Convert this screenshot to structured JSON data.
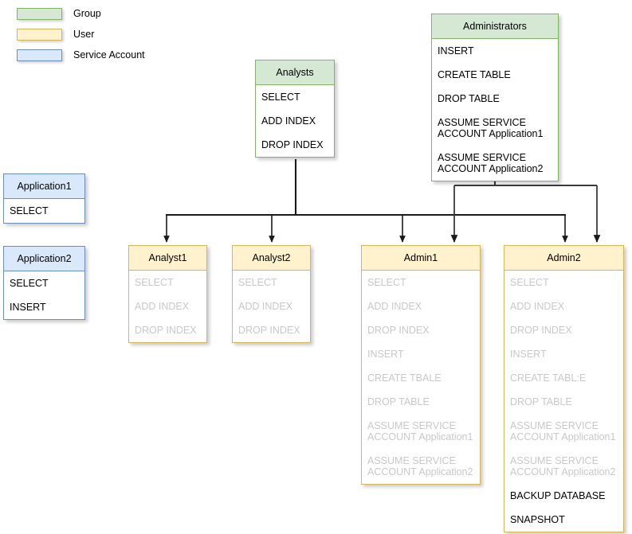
{
  "legend": {
    "items": [
      {
        "type": "group",
        "label": "Group",
        "color": "#d5e8d4",
        "border": "#82b366"
      },
      {
        "type": "user",
        "label": "User",
        "color": "#fff2cc",
        "border": "#d6b656"
      },
      {
        "type": "service",
        "label": "Service Account",
        "color": "#dae8fc",
        "border": "#6c8ebf"
      }
    ]
  },
  "nodes": {
    "analysts": {
      "title": "Analysts",
      "kind": "group",
      "permissions": [
        {
          "text": "SELECT",
          "inherited": false
        },
        {
          "text": "ADD INDEX",
          "inherited": false
        },
        {
          "text": "DROP INDEX",
          "inherited": false
        }
      ]
    },
    "administrators": {
      "title": "Administrators",
      "kind": "group",
      "permissions": [
        {
          "text": "INSERT",
          "inherited": false
        },
        {
          "text": "CREATE TABLE",
          "inherited": false
        },
        {
          "text": "DROP TABLE",
          "inherited": false
        },
        {
          "text": "ASSUME SERVICE ACCOUNT Application1",
          "inherited": false
        },
        {
          "text": "ASSUME SERVICE ACCOUNT Application2",
          "inherited": false
        }
      ]
    },
    "application1": {
      "title": "Application1",
      "kind": "service",
      "permissions": [
        {
          "text": "SELECT",
          "inherited": false
        }
      ]
    },
    "application2": {
      "title": "Application2",
      "kind": "service",
      "permissions": [
        {
          "text": "SELECT",
          "inherited": false
        },
        {
          "text": "INSERT",
          "inherited": false
        }
      ]
    },
    "analyst1": {
      "title": "Analyst1",
      "kind": "user",
      "permissions": [
        {
          "text": "SELECT",
          "inherited": true
        },
        {
          "text": "ADD INDEX",
          "inherited": true
        },
        {
          "text": "DROP INDEX",
          "inherited": true
        }
      ]
    },
    "analyst2": {
      "title": "Analyst2",
      "kind": "user",
      "permissions": [
        {
          "text": "SELECT",
          "inherited": true
        },
        {
          "text": "ADD INDEX",
          "inherited": true
        },
        {
          "text": "DROP INDEX",
          "inherited": true
        }
      ]
    },
    "admin1": {
      "title": "Admin1",
      "kind": "user",
      "permissions": [
        {
          "text": "SELECT",
          "inherited": true
        },
        {
          "text": "ADD INDEX",
          "inherited": true
        },
        {
          "text": "DROP INDEX",
          "inherited": true
        },
        {
          "text": "INSERT",
          "inherited": true
        },
        {
          "text": "CREATE TBALE",
          "inherited": true
        },
        {
          "text": "DROP TABLE",
          "inherited": true
        },
        {
          "text": "ASSUME SERVICE ACCOUNT Application1",
          "inherited": true
        },
        {
          "text": "ASSUME SERVICE ACCOUNT Application2",
          "inherited": true
        }
      ]
    },
    "admin2": {
      "title": "Admin2",
      "kind": "user",
      "permissions": [
        {
          "text": "SELECT",
          "inherited": true
        },
        {
          "text": "ADD INDEX",
          "inherited": true
        },
        {
          "text": "DROP INDEX",
          "inherited": true
        },
        {
          "text": "INSERT",
          "inherited": true
        },
        {
          "text": "CREATE TABL:E",
          "inherited": true
        },
        {
          "text": "DROP TABLE",
          "inherited": true
        },
        {
          "text": "ASSUME SERVICE ACCOUNT Application1",
          "inherited": true
        },
        {
          "text": "ASSUME SERVICE ACCOUNT Application2",
          "inherited": true
        },
        {
          "text": "BACKUP DATABASE",
          "inherited": false
        },
        {
          "text": "SNAPSHOT",
          "inherited": false
        }
      ]
    }
  },
  "edges": [
    {
      "from": "analysts",
      "to": "analyst1"
    },
    {
      "from": "analysts",
      "to": "analyst2"
    },
    {
      "from": "analysts",
      "to": "admin1"
    },
    {
      "from": "analysts",
      "to": "admin2"
    },
    {
      "from": "administrators",
      "to": "admin1"
    },
    {
      "from": "administrators",
      "to": "admin2"
    }
  ]
}
